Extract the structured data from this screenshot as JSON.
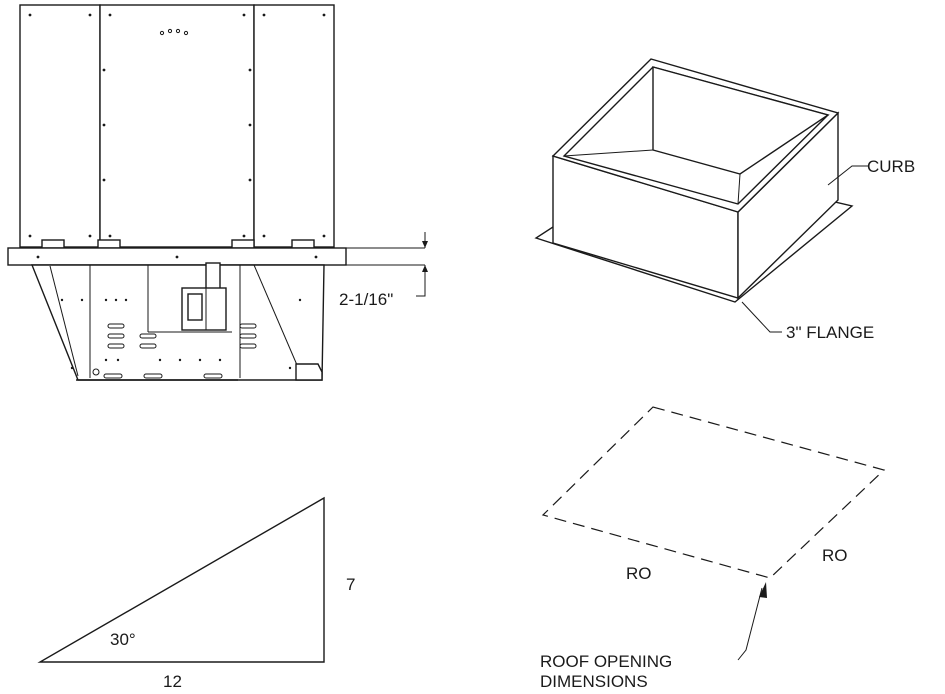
{
  "labels": {
    "curb": "CURB",
    "flange": "3\" FLANGE",
    "dimension": "2-1/16\"",
    "ro_left": "RO",
    "ro_right": "RO",
    "roof_opening_line1": "ROOF OPENING",
    "roof_opening_line2": "DIMENSIONS",
    "angle": "30°",
    "rise": "7",
    "run": "12"
  }
}
